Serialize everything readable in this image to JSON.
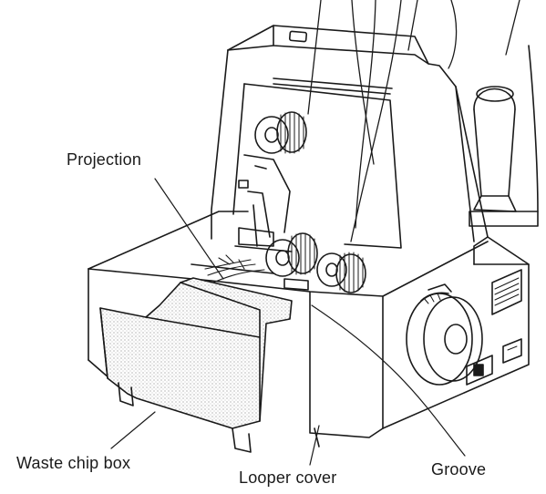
{
  "callouts": {
    "projection": "Projection",
    "waste_chip_box": "Waste chip box",
    "looper_cover": "Looper cover",
    "groove": "Groove"
  },
  "colors": {
    "ink": "#1a1a1a",
    "paper": "#ffffff",
    "stipple": "#9a9a9a"
  }
}
